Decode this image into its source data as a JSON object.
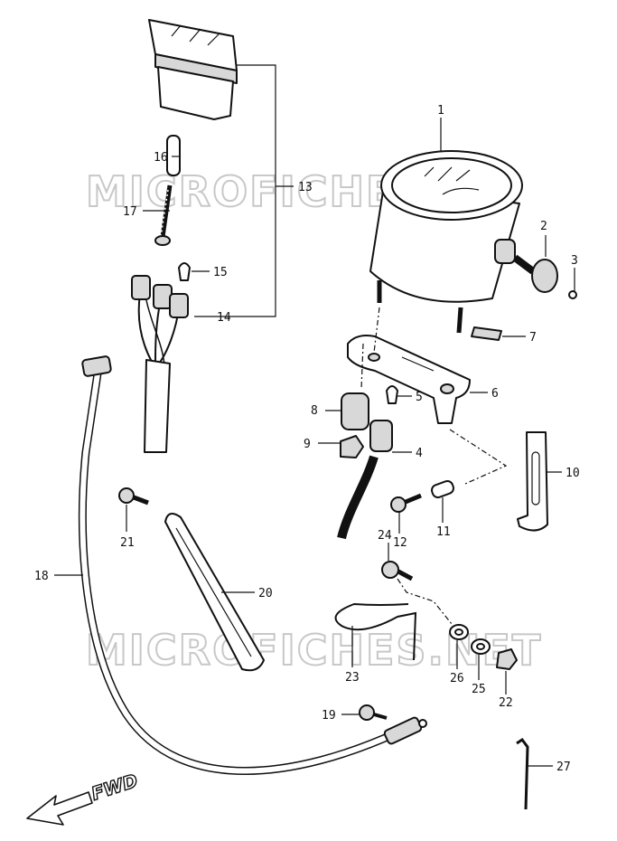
{
  "watermarks": [
    "MICROFICHE.NET",
    "MICROFICHES.NET"
  ],
  "fwd_label": "FWD",
  "callouts": [
    {
      "id": "1",
      "text": "1"
    },
    {
      "id": "2",
      "text": "2"
    },
    {
      "id": "3",
      "text": "3"
    },
    {
      "id": "4",
      "text": "4"
    },
    {
      "id": "5",
      "text": "5"
    },
    {
      "id": "6",
      "text": "6"
    },
    {
      "id": "7",
      "text": "7"
    },
    {
      "id": "8",
      "text": "8"
    },
    {
      "id": "9",
      "text": "9"
    },
    {
      "id": "10",
      "text": "10"
    },
    {
      "id": "11",
      "text": "11"
    },
    {
      "id": "12",
      "text": "12"
    },
    {
      "id": "13",
      "text": "13"
    },
    {
      "id": "14",
      "text": "14"
    },
    {
      "id": "15",
      "text": "15"
    },
    {
      "id": "16",
      "text": "16"
    },
    {
      "id": "17",
      "text": "17"
    },
    {
      "id": "18",
      "text": "18"
    },
    {
      "id": "19",
      "text": "19"
    },
    {
      "id": "20",
      "text": "20"
    },
    {
      "id": "21",
      "text": "21"
    },
    {
      "id": "22",
      "text": "22"
    },
    {
      "id": "23",
      "text": "23"
    },
    {
      "id": "24",
      "text": "24"
    },
    {
      "id": "25",
      "text": "25"
    },
    {
      "id": "26",
      "text": "26"
    },
    {
      "id": "27",
      "text": "27"
    }
  ]
}
